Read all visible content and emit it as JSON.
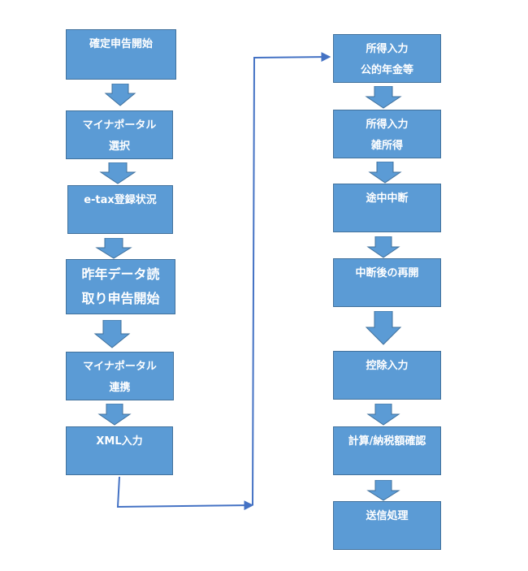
{
  "left_column": [
    {
      "lines": [
        "確定申告開始"
      ]
    },
    {
      "lines": [
        "マイナポータル",
        "選択"
      ]
    },
    {
      "lines": [
        "e-tax登録状況"
      ]
    },
    {
      "lines": [
        "昨年データ読",
        "取り申告開始"
      ]
    },
    {
      "lines": [
        "マイナポータル",
        "連携"
      ]
    },
    {
      "lines": [
        "XML入力"
      ]
    }
  ],
  "right_column": [
    {
      "lines": [
        "所得入力",
        "公的年金等"
      ]
    },
    {
      "lines": [
        "所得入力",
        "雑所得"
      ]
    },
    {
      "lines": [
        "途中中断"
      ]
    },
    {
      "lines": [
        "中断後の再開"
      ]
    },
    {
      "lines": [
        "控除入力"
      ]
    },
    {
      "lines": [
        "計算/納税額確認"
      ]
    },
    {
      "lines": [
        "送信処理"
      ]
    }
  ],
  "colors": {
    "box_fill": "#5b9bd5",
    "box_border": "#41719c",
    "connector": "#4472c4",
    "text": "#ffffff"
  }
}
